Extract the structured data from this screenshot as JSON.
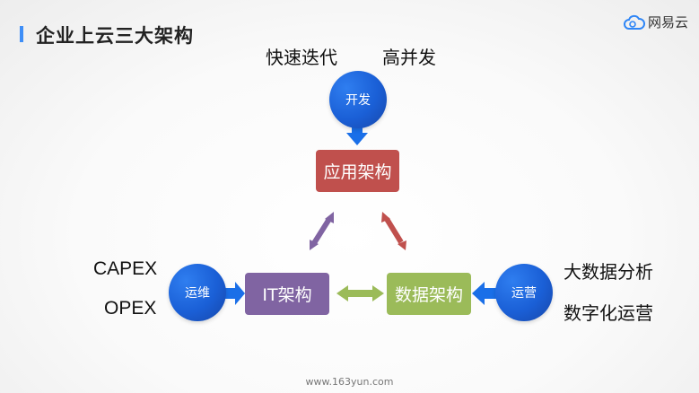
{
  "header": {
    "title": "企业上云三大架构",
    "logo_text": "网易云",
    "logo_icon": "cloud-icon",
    "accent_color": "#3e8ef7"
  },
  "top_labels": [
    "快速迭代",
    "高并发"
  ],
  "left_labels": [
    "CAPEX",
    "OPEX"
  ],
  "right_labels": [
    "大数据分析",
    "数字化运营"
  ],
  "circles": {
    "dev": "开发",
    "ops": "运维",
    "operation": "运营"
  },
  "boxes": {
    "app": {
      "label": "应用架构",
      "color": "#c0504d"
    },
    "it": {
      "label": "IT架构",
      "color": "#8064a2"
    },
    "data": {
      "label": "数据架构",
      "color": "#9bbb59"
    }
  },
  "footer": {
    "url": "www.163yun.com"
  }
}
